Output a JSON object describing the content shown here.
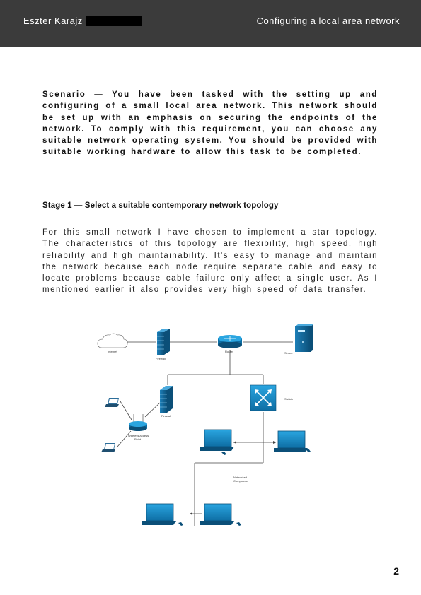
{
  "header": {
    "author": "Eszter Karajz",
    "title": "Configuring a local area network"
  },
  "scenario": "Scenario — You have been tasked with the setting up and configuring of a small local area network. This network should be set up with an emphasis on securing the endpoints of the network. To comply with this requirement, you can choose any suitable network operating system. You should be provided with suitable working hardware to allow this task to be completed.",
  "stage1": {
    "heading": "Stage 1 — Select a suitable contemporary network topology",
    "body": "For this small network I have chosen to implement a star topology. The characteristics of this topology are flexibility, high speed, high reliability and high maintainability. It's easy to manage and maintain the network because each node require separate cable and easy to locate problems because cable failure only affect a single user. As I mentioned earlier it also provides very high speed of data transfer."
  },
  "diagram": {
    "labels": {
      "internet": "Internet",
      "firewall_top": "Firewall",
      "router": "Router",
      "server": "Server",
      "firewall_mid": "Firewall",
      "switch": "Switch",
      "wap_line1": "Wireless Access",
      "wap_line2": "Point",
      "networked_line1": "Networked",
      "networked_line2": "Computers"
    },
    "colors": {
      "device": "#1a8fc9",
      "device_dark": "#0d5f8a",
      "laptop": "#2d6e9a"
    }
  },
  "page_number": "2"
}
